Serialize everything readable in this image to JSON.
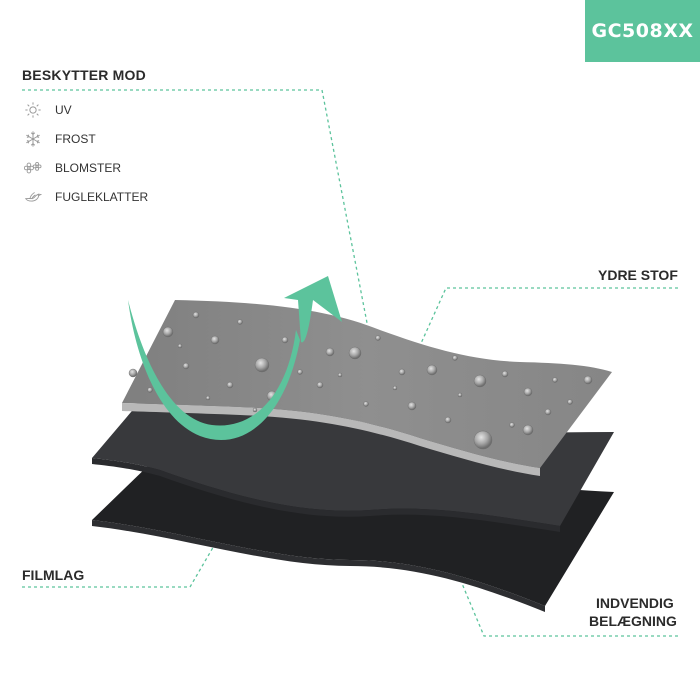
{
  "product_code": "GC508XX",
  "protects": {
    "title": "BESKYTTER MOD",
    "items": [
      {
        "label": "UV",
        "icon": "sun-icon"
      },
      {
        "label": "FROST",
        "icon": "snowflake-icon"
      },
      {
        "label": "BLOMSTER",
        "icon": "flower-icon"
      },
      {
        "label": "FUGLEKLATTER",
        "icon": "bird-icon"
      }
    ]
  },
  "layers": {
    "outer": "YDRE STOF",
    "film": "FILMLAG",
    "inner_line1": "INDVENDIG",
    "inner_line2": "BELÆGNING"
  },
  "colors": {
    "accent": "#5cc39c",
    "outer_fabric": "#8a8a8a",
    "film_layer": "#3a3b3e",
    "inner_coating": "#1f2022",
    "dashed_line": "#5cc39c"
  }
}
